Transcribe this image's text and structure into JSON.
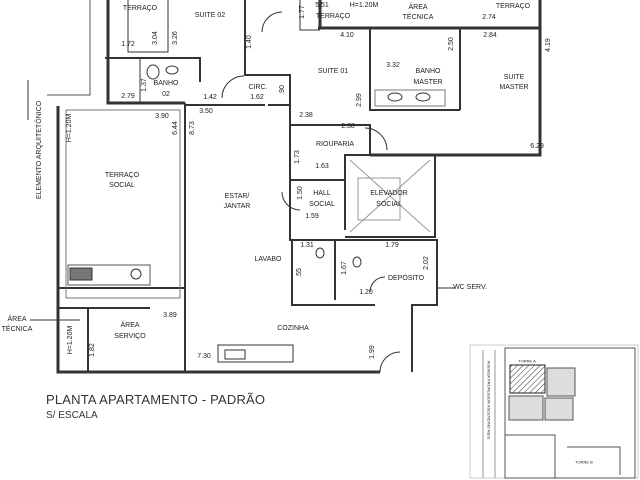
{
  "title": "PLANTA APARTAMENTO - PADRÃO",
  "subtitle": "S/ ESCALA",
  "rooms": {
    "terraco_nw": "TERRAÇO",
    "suite02": "SUITE 02",
    "banho02": "BANHO",
    "banho02b": "02",
    "circ": "CIRC.",
    "terraco_social_1": "TERRAÇO",
    "terraco_social_2": "SOCIAL",
    "estar_1": "ESTAR/",
    "estar_2": "JANTAR",
    "terraco_n": "TERRAÇO",
    "area_tecnica_n_1": "ÁREA",
    "area_tecnica_n_2": "TÉCNICA",
    "terraco_ne": "TERRAÇO",
    "suite01": "SUITE 01",
    "banho_master_1": "BANHO",
    "banho_master_2": "MASTER",
    "suite_master_1": "SUITE",
    "suite_master_2": "MASTER",
    "rouparia": "RIOUPARIA",
    "hall_1": "HALL",
    "hall_2": "SOCIAL",
    "elevador_1": "ELEVADOR",
    "elevador_2": "SOCIAL",
    "lavabo": "LAVABO",
    "deposito": "DEPÓSITO",
    "wc": "WC SERV.",
    "area_tecnica_w_1": "ÁREA",
    "area_tecnica_w_2": "TÉCNICA",
    "area_servico_1": "ÁREA",
    "area_servico_2": "SERVIÇO",
    "cozinha": "COZINHA",
    "elemento": "ELEMENTO ARQUITETÔNICO"
  },
  "dims": {
    "d172": "1.72",
    "d304": "3.04",
    "d326": "3.26",
    "d279": "2.79",
    "d137": "1.37",
    "d142": "1.42",
    "d162": "1.62",
    "d140": "1.40",
    "d90": ".90",
    "d350": "3.50",
    "d390": "3.90",
    "d644": "6.44",
    "d873": "8.73",
    "h120a": "H=1.20M",
    "d551": "5.51",
    "h120b": "H=1.20M",
    "d410": "4.10",
    "d250": "2.50",
    "d284": "2.84",
    "d274": "2.74",
    "d177": "1.77",
    "d419": "4.19",
    "d332": "3.32",
    "d299": "2.99",
    "d238a": "2.38",
    "d238b": "2.38",
    "d173": "1.73",
    "d163": "1.63",
    "d629": "6.29",
    "d150": "1.50",
    "d159": "1.59",
    "d131": "1.31",
    "d167": "1.67",
    "d179": "1.79",
    "d202": "2.02",
    "d120": "1.20",
    "d55": ".55",
    "h120c": "H=1.20M",
    "d182": "1.82",
    "d389": "3.89",
    "d730": "7.30",
    "d199": "1.99"
  },
  "site": {
    "torre_a": "TORRE A",
    "torre_b": "TORRE B",
    "street": "AVENIDA PROFESSOR ASCENDINO REIS"
  }
}
